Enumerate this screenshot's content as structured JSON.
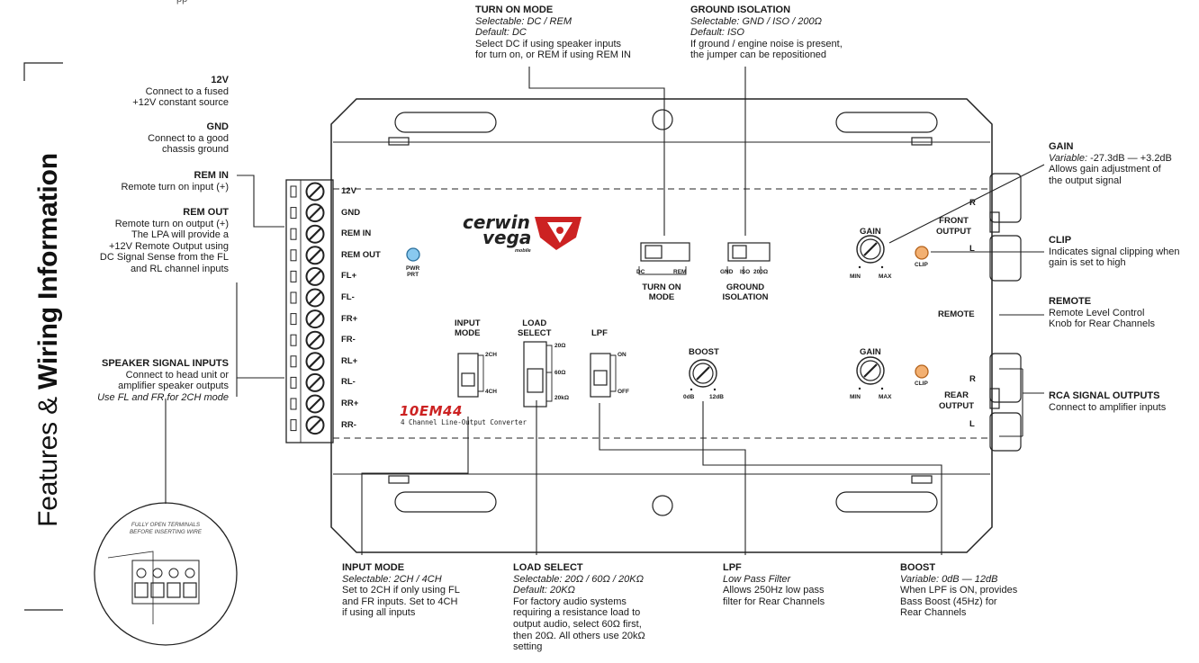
{
  "side_title_plain": "Features & ",
  "side_title_bold": "Wiring Information",
  "brand": {
    "line1": "cerwin",
    "line2": "vega",
    "sub": "mobile"
  },
  "model": {
    "name": "10EM44",
    "subtitle": "4 Channel Line-Output Converter"
  },
  "terminals": [
    "12V",
    "GND",
    "REM IN",
    "REM OUT",
    "FL+",
    "FL-",
    "FR+",
    "FR-",
    "RL+",
    "RL-",
    "RR+",
    "RR-"
  ],
  "pwr_label": {
    "line1": "PWR",
    "line2": "PRT"
  },
  "turn_on_switch": {
    "left": "DC",
    "right": "REM",
    "title1": "TURN ON",
    "title2": "MODE"
  },
  "ground_switch": {
    "pos1": "GND",
    "pos2": "ISO",
    "pos3": "200Ω",
    "title1": "GROUND",
    "title2": "ISOLATION"
  },
  "input_mode_switch": {
    "title1": "INPUT",
    "title2": "MODE",
    "top": "2CH",
    "bottom": "4CH"
  },
  "load_select_switch": {
    "title1": "LOAD",
    "title2": "SELECT",
    "top": "20Ω",
    "mid": "60Ω",
    "bottom": "20kΩ"
  },
  "lpf_switch": {
    "title": "LPF",
    "top": "ON",
    "bottom": "OFF"
  },
  "boost_knob": {
    "title": "BOOST",
    "min": "0dB",
    "max": "12dB"
  },
  "front_gain": {
    "title": "GAIN",
    "min": "MIN",
    "max": "MAX"
  },
  "rear_gain": {
    "title": "GAIN",
    "min": "MIN",
    "max": "MAX"
  },
  "clip_label": "CLIP",
  "front_output": {
    "line1": "FRONT",
    "line2": "OUTPUT",
    "r": "R",
    "l": "L"
  },
  "rear_output": {
    "line1": "REAR",
    "line2": "OUTPUT",
    "r": "R",
    "l": "L"
  },
  "remote_port": "REMOTE",
  "inset": {
    "line1": "FULLY OPEN TERMINALS",
    "line2": "BEFORE INSERTING WIRE"
  },
  "callouts": {
    "top_fragment": "pp",
    "v12": {
      "title": "12V",
      "lines": [
        "Connect to a fused",
        "+12V constant source"
      ]
    },
    "gnd": {
      "title": "GND",
      "lines": [
        "Connect to a good",
        "chassis ground"
      ]
    },
    "rem_in": {
      "title": "REM IN",
      "lines": [
        "Remote turn on input (+)"
      ]
    },
    "rem_out": {
      "title": "REM OUT",
      "lines": [
        "Remote turn on output (+)",
        "The LPA will provide a",
        "+12V Remote Output using",
        "DC Signal Sense from the FL",
        "and RL channel inputs"
      ]
    },
    "speaker": {
      "title": "SPEAKER SIGNAL INPUTS",
      "lines": [
        "Connect to head unit or",
        "amplifier speaker outputs"
      ],
      "italic": "Use FL and FR for 2CH mode"
    },
    "turn_on_mode": {
      "title": "TURN ON MODE",
      "italic": [
        "Selectable: DC / REM",
        "Default: DC"
      ],
      "lines": [
        "Select DC if using speaker inputs",
        "for turn on, or REM if using REM IN"
      ]
    },
    "ground_isolation": {
      "title": "GROUND ISOLATION",
      "italic": [
        "Selectable: GND / ISO / 200Ω",
        "Default: ISO"
      ],
      "lines": [
        "If ground / engine noise is present,",
        "the jumper can be repositioned"
      ]
    },
    "gain": {
      "title": "GAIN",
      "italic_prefix": "Variable:",
      "range": "-27.3dB — +3.2dB",
      "lines": [
        "Allows gain adjustment of",
        "the output signal"
      ]
    },
    "clip": {
      "title": "CLIP",
      "lines": [
        "Indicates signal clipping when",
        "gain is set to high"
      ]
    },
    "remote": {
      "title": "REMOTE",
      "lines": [
        "Remote Level Control",
        "Knob for Rear Channels"
      ]
    },
    "rca": {
      "title": "RCA SIGNAL OUTPUTS",
      "lines": [
        "Connect to amplifier inputs"
      ]
    },
    "input_mode": {
      "title": "INPUT MODE",
      "italic": [
        "Selectable: 2CH / 4CH"
      ],
      "lines": [
        "Set to 2CH if only using FL",
        "and FR inputs. Set to 4CH",
        "if using all inputs"
      ]
    },
    "load_select": {
      "title": "LOAD SELECT",
      "italic": [
        "Selectable: 20Ω / 60Ω / 20KΩ",
        "Default: 20KΩ"
      ],
      "lines": [
        "For factory audio systems",
        "requiring a resistance load to",
        "output audio, select 60Ω first,",
        "then 20Ω. All others use 20kΩ",
        "setting"
      ]
    },
    "lpf": {
      "title": "LPF",
      "italic": [
        "Low Pass Filter"
      ],
      "lines": [
        "Allows 250Hz low pass",
        "filter for Rear Channels"
      ]
    },
    "boost": {
      "title": "BOOST",
      "italic": [
        "Variable: 0dB — 12dB"
      ],
      "lines": [
        "When LPF is ON, provides",
        "Bass Boost (45Hz) for",
        "Rear Channels"
      ]
    }
  }
}
